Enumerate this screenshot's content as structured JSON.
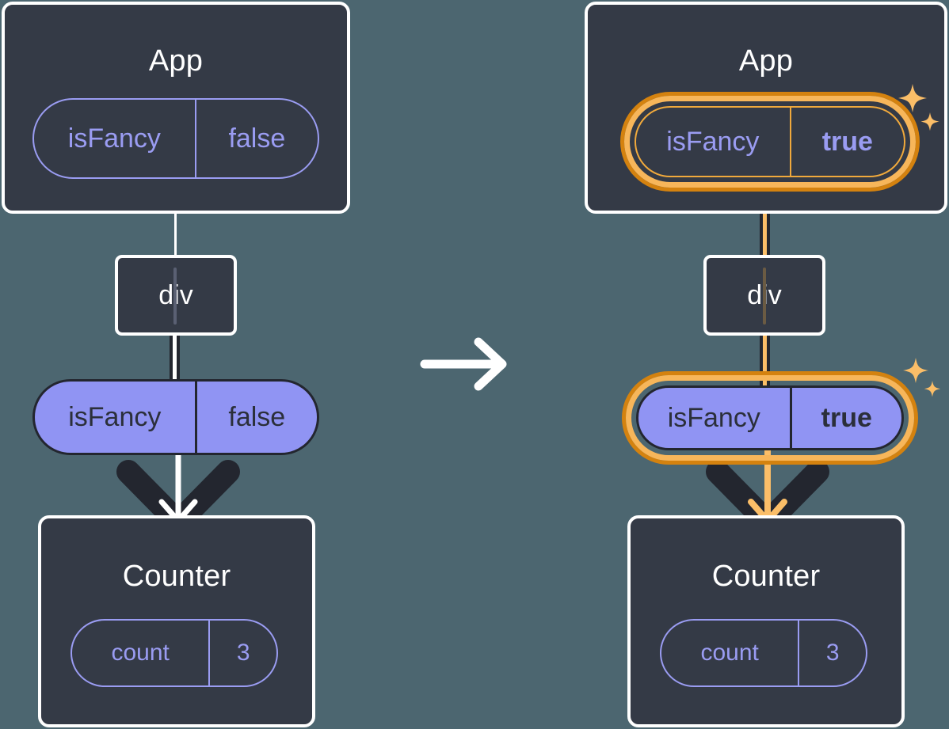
{
  "diagram": {
    "title": "React state update propagation",
    "background_color": "#4c6670",
    "transition_arrow": "arrow-right",
    "colors": {
      "box_fill": "#343a46",
      "box_border": "#ffffff",
      "pill_outline": "#9a9cf2",
      "pill_fill": "#9094f3",
      "pill_fill_text": "#2b2f3a",
      "highlight_outer": "#d4820f",
      "highlight_inner": "#f7b65a",
      "amber": "#fbbe68",
      "wire_dark": "#23262f",
      "wire_light": "#ffffff"
    }
  },
  "panels": [
    {
      "id": "before",
      "app": {
        "title": "App",
        "state_pill": {
          "name": "isFancy",
          "value": "false",
          "style": "outline",
          "highlighted": false,
          "bold_value": false
        }
      },
      "host": {
        "label": "div"
      },
      "prop_pill": {
        "name": "isFancy",
        "value": "false",
        "style": "filled",
        "highlighted": false,
        "bold_value": false
      },
      "counter": {
        "title": "Counter",
        "state_pill": {
          "name": "count",
          "value": "3",
          "style": "outline",
          "highlighted": false,
          "bold_value": false
        }
      },
      "wire_color": "#ffffff",
      "arrow_color": "#ffffff",
      "sparkles": false
    },
    {
      "id": "after",
      "app": {
        "title": "App",
        "state_pill": {
          "name": "isFancy",
          "value": "true",
          "style": "outline",
          "highlighted": true,
          "bold_value": true
        }
      },
      "host": {
        "label": "div"
      },
      "prop_pill": {
        "name": "isFancy",
        "value": "true",
        "style": "filled",
        "highlighted": true,
        "bold_value": true
      },
      "counter": {
        "title": "Counter",
        "state_pill": {
          "name": "count",
          "value": "3",
          "style": "outline",
          "highlighted": false,
          "bold_value": false
        }
      },
      "wire_color": "#fbbe68",
      "arrow_color": "#fbbe68",
      "sparkles": true
    }
  ]
}
